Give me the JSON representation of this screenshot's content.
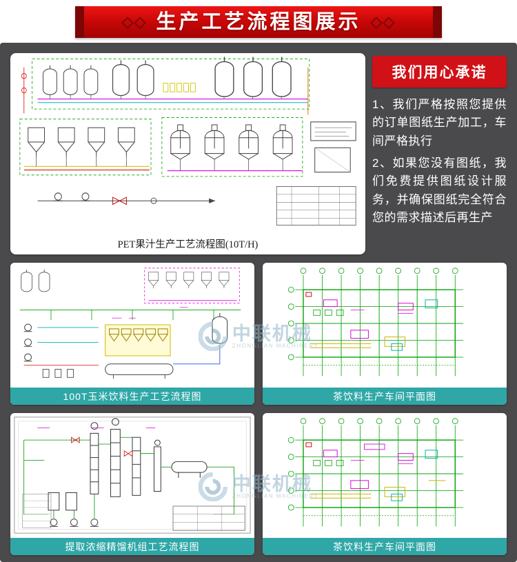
{
  "banner": {
    "decor": "◇◇",
    "title": "生产工艺流程图展示"
  },
  "promise": {
    "title": "我们用心承诺",
    "items": [
      "1、我们严格按照您提供的订单图纸生产加工，车间严格执行",
      "2、如果您没有图纸，我们免费提供图纸设计服务，并确保图纸完全符合您的需求描述后再生产"
    ]
  },
  "diagrams": {
    "main": {
      "caption": "PET果汁生产工艺流程图(10T/H)"
    },
    "grid": [
      {
        "caption": "100T玉米饮料生产工艺流程图"
      },
      {
        "caption": "茶饮料生产车间平面图"
      },
      {
        "caption": "提取浓缩精馏机组工艺流程图"
      },
      {
        "caption": "茶饮料生产车间平面图"
      }
    ]
  },
  "watermark": {
    "text": "中联机械",
    "subtext": "ZHONGLIAN MACHINERY"
  },
  "colors": {
    "page_background": "#4a4a4c",
    "banner_red": "#c70707",
    "badge_red": "#d01117",
    "caption_teal": "#2fa7a7"
  }
}
